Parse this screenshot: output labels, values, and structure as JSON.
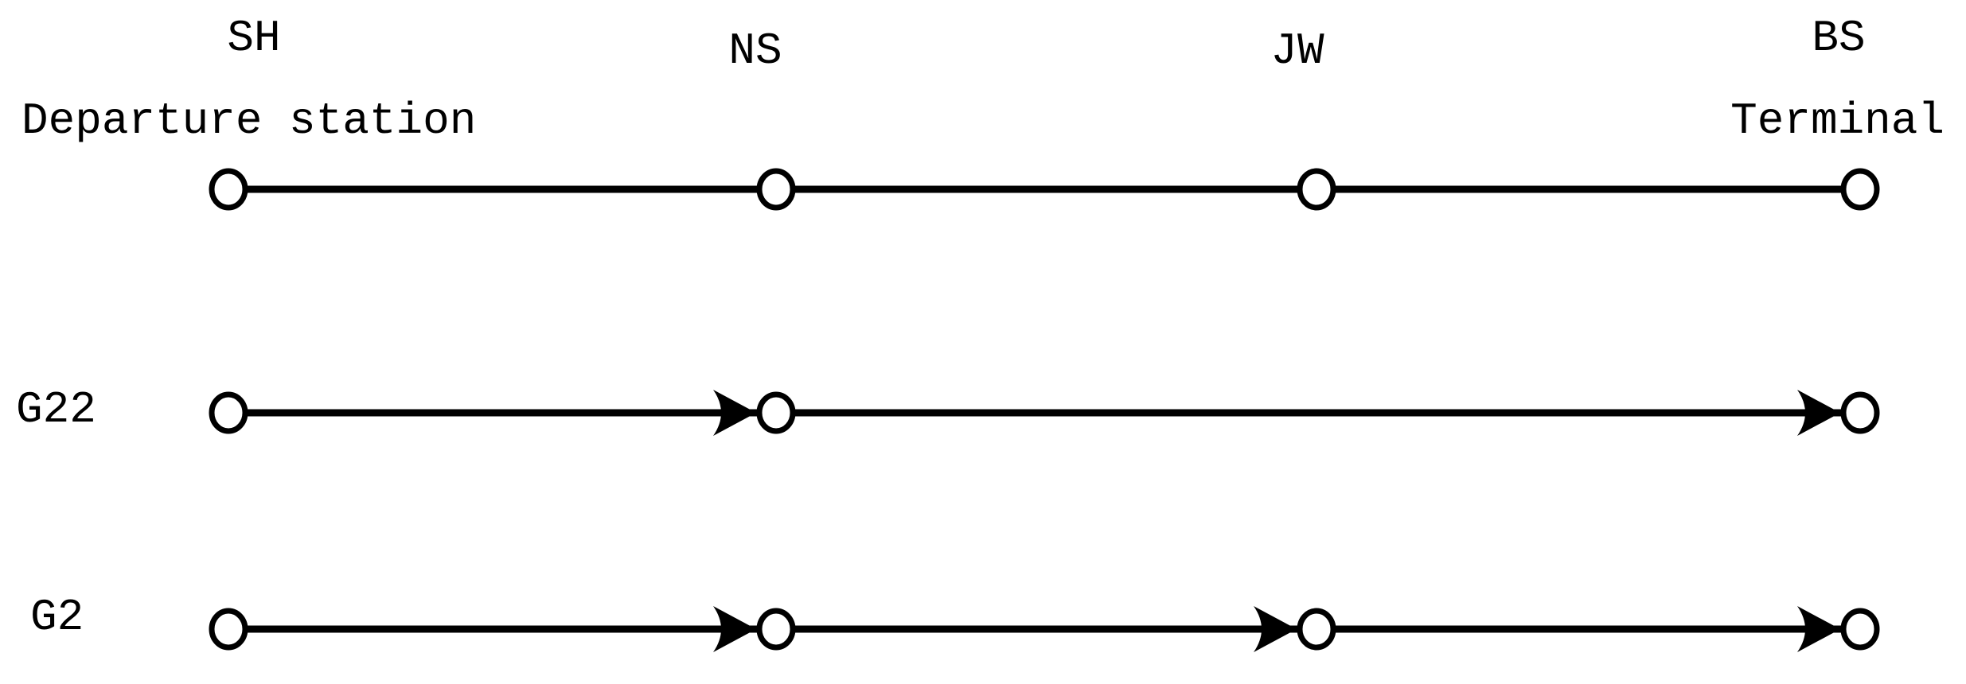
{
  "diagram": {
    "title_hint": "train stopping pattern diagram",
    "stations": [
      {
        "code": "SH",
        "role": "Departure station"
      },
      {
        "code": "NS",
        "role": ""
      },
      {
        "code": "JW",
        "role": ""
      },
      {
        "code": "BS",
        "role": "Terminal"
      }
    ],
    "departure_label": "Departure station",
    "terminal_label": "Terminal",
    "line": {
      "stops": [
        "SH",
        "NS",
        "JW",
        "BS"
      ]
    },
    "trains": [
      {
        "label": "G22",
        "stops": [
          "SH",
          "NS",
          "BS"
        ]
      },
      {
        "label": "G2",
        "stops": [
          "SH",
          "NS",
          "JW",
          "BS"
        ]
      }
    ],
    "colors": {
      "ink": "#000000",
      "background": "#ffffff"
    }
  }
}
